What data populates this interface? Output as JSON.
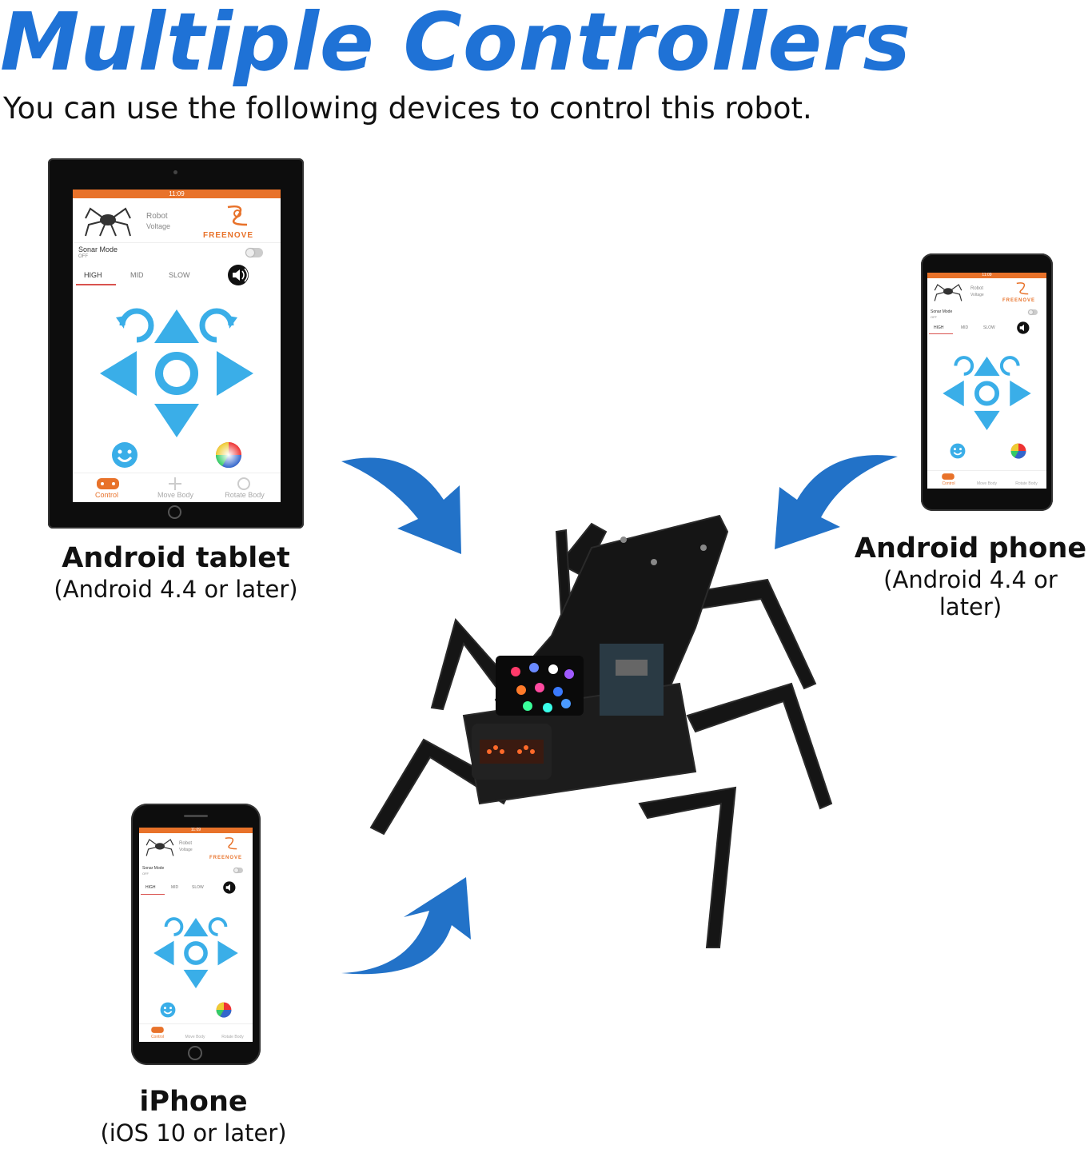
{
  "header": {
    "title": "Multiple Controllers",
    "subtitle": "You can use the following devices to control this robot."
  },
  "devices": {
    "tablet": {
      "name": "Android tablet",
      "requirement": "(Android 4.4 or later)"
    },
    "android_phone": {
      "name": "Android phone",
      "requirement": "(Android 4.4 or later)"
    },
    "iphone": {
      "name": "iPhone",
      "requirement": "(iOS 10 or later)"
    }
  },
  "app": {
    "status_time": "11:09",
    "robot_label": "Robot",
    "voltage_label": "Voltage",
    "brand": "FREENOVE",
    "sonar_label": "Sonar Mode",
    "sonar_state": "OFF",
    "speed_tabs": [
      "HIGH",
      "MID",
      "SLOW"
    ],
    "nav_items": [
      "Control",
      "Move Body",
      "Rotate Body"
    ]
  },
  "colors": {
    "accent_blue": "#1f72d6",
    "app_orange": "#e8722a",
    "control_cyan": "#3aaee8"
  }
}
